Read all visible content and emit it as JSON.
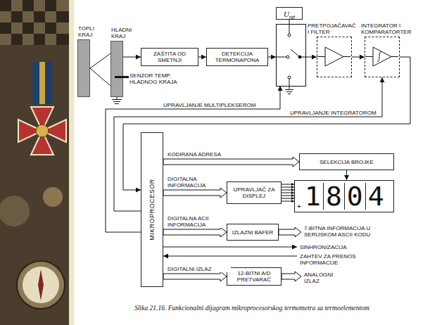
{
  "diagram": {
    "caption": "Slika 21.16. Funkcionalni dijagram mikroprocesorskog termometra sa termoelementom",
    "nodes": [
      {
        "text": [
          "TOPLI KRAJ"
        ]
      },
      {
        "text": [
          "HLADNI KRAJ"
        ]
      },
      {
        "text": [
          "ZAŠTITA OD SMETNJI"
        ]
      },
      {
        "text": [
          "DETEKCIJA TERMONAPONA"
        ]
      },
      {
        "text": [
          "U",
          "ref"
        ]
      },
      {
        "text": [
          "PRETPOJAČAVAČ I FILTER"
        ]
      },
      {
        "text": [
          "INTEGRATOR I KOMPARATORTER"
        ]
      },
      {
        "text": [
          "MIKROPROCESOR"
        ]
      },
      {
        "text": [
          "SELEKCIJA BROJKE"
        ]
      },
      {
        "text": [
          "UPRAVLJAČ ZA DISPLEJ"
        ]
      },
      {
        "text": [
          "+",
          "1804"
        ]
      },
      {
        "text": [
          "IZLAZNI BAFER"
        ]
      },
      {
        "text": [
          "12-BITNI A/D PRETVARAČ"
        ]
      }
    ],
    "edges": [
      {
        "from": 0,
        "to": 1,
        "arrow": "none"
      },
      {
        "from": 1,
        "to": 2,
        "arrow": "to"
      },
      {
        "from": 2,
        "to": 3,
        "arrow": "to"
      },
      {
        "from": 5,
        "to": 6,
        "arrow": "to"
      },
      {
        "from": 6,
        "to": 7,
        "arrow": "to"
      },
      {
        "from": 7,
        "to": 6,
        "label": "UPRAVLJANJE INTEGRATOROM",
        "arrow": "to"
      },
      {
        "from": 7,
        "to": 8,
        "label": "KODIRANA ADRESA",
        "arrow": "to"
      },
      {
        "from": 8,
        "to": 10,
        "arrow": "to"
      },
      {
        "from": 7,
        "to": 9,
        "label": "DIGITALNA INFORMACIJA",
        "arrow": "to"
      },
      {
        "from": 9,
        "to": 10,
        "arrow": "to"
      },
      {
        "from": 7,
        "to": 11,
        "label": "DIGITALNA ACII INFORMACIJA",
        "arrow": "to"
      },
      {
        "from": 7,
        "to": 12,
        "label": "DIGITALNI IZLAZ",
        "arrow": "to"
      }
    ],
    "labels": [
      "SENZOR TEMP. HLADNOG KRAJA",
      "UPRAVLJANJE MULTIPLEKSEROM",
      "7-BITNA INFORMACIJA U SERIJSKOM ASCII KODU",
      "SINHRONIZACIJA",
      "ZAHTEV ZA PRENOS INFORMACIJE",
      "ANALOGNI IZLAZ"
    ]
  }
}
